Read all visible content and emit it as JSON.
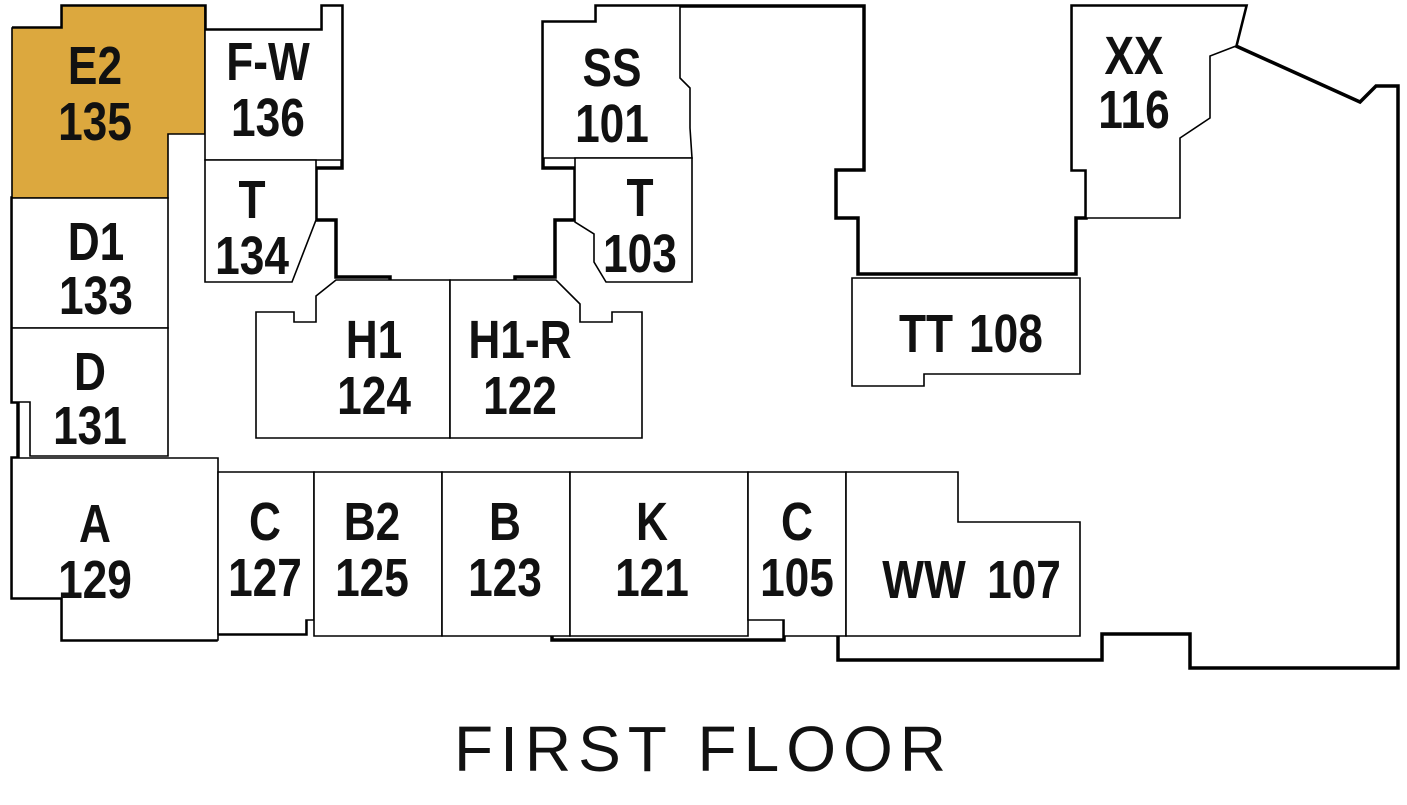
{
  "floor_title": "FIRST FLOOR",
  "colors": {
    "selected_unit": "#dca83e",
    "outline": "#000000",
    "background": "#ffffff"
  },
  "selected_unit": "E2 135",
  "units": [
    {
      "id": "e2-135",
      "type": "E2",
      "number": "135",
      "selected": true
    },
    {
      "id": "fw-136",
      "type": "F-W",
      "number": "136",
      "selected": false
    },
    {
      "id": "t-134",
      "type": "T",
      "number": "134",
      "selected": false
    },
    {
      "id": "d1-133",
      "type": "D1",
      "number": "133",
      "selected": false
    },
    {
      "id": "d-131",
      "type": "D",
      "number": "131",
      "selected": false
    },
    {
      "id": "a-129",
      "type": "A",
      "number": "129",
      "selected": false
    },
    {
      "id": "c-127",
      "type": "C",
      "number": "127",
      "selected": false
    },
    {
      "id": "b2-125",
      "type": "B2",
      "number": "125",
      "selected": false
    },
    {
      "id": "b-123",
      "type": "B",
      "number": "123",
      "selected": false
    },
    {
      "id": "k-121",
      "type": "K",
      "number": "121",
      "selected": false
    },
    {
      "id": "c-105",
      "type": "C",
      "number": "105",
      "selected": false
    },
    {
      "id": "ww-107",
      "type": "WW",
      "number": "107",
      "selected": false
    },
    {
      "id": "h1-124",
      "type": "H1",
      "number": "124",
      "selected": false
    },
    {
      "id": "h1r-122",
      "type": "H1-R",
      "number": "122",
      "selected": false
    },
    {
      "id": "ss-101",
      "type": "SS",
      "number": "101",
      "selected": false
    },
    {
      "id": "t-103",
      "type": "T",
      "number": "103",
      "selected": false
    },
    {
      "id": "tt-108",
      "type": "TT",
      "number": "108",
      "selected": false
    },
    {
      "id": "xx-116",
      "type": "XX",
      "number": "116",
      "selected": false
    }
  ]
}
